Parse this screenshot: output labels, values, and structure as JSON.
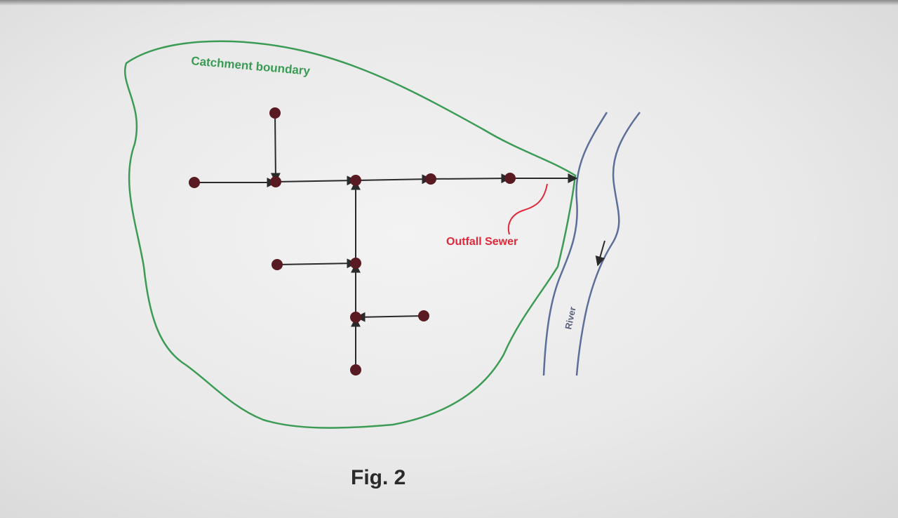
{
  "diagram": {
    "catchment_label": "Catchment boundary",
    "outfall_label": "Outfall Sewer",
    "river_label": "River",
    "caption": "Fig. 2"
  },
  "colors": {
    "boundary": "#3c9b55",
    "river": "#5b6f9a",
    "pipe": "#2a2a2a",
    "manhole": "#5a1a22",
    "outfall_label": "#e0283a"
  }
}
